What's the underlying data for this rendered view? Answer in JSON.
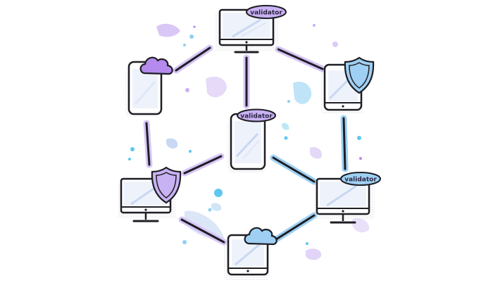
{
  "diagram": {
    "colors": {
      "stroke": "#1e1e24",
      "purple": "#b48bec",
      "lavender": "#d7c6f7",
      "blue": "#8fc6ef",
      "cyan": "#5fc6f0",
      "screen": "#eef3fb"
    },
    "nodes": [
      {
        "id": "top-monitor",
        "kind": "monitor",
        "badge": "validator",
        "badge_color": "#c9b2f3"
      },
      {
        "id": "center-phone",
        "kind": "phone",
        "badge": "validator",
        "badge_color": "#c9b2f3"
      },
      {
        "id": "right-monitor",
        "kind": "monitor",
        "badge": "validator",
        "badge_color": "#9fd0f3"
      },
      {
        "id": "left-phone-cloud",
        "kind": "phone",
        "icon": "cloud-icon"
      },
      {
        "id": "right-phone-shield",
        "kind": "phone",
        "icon": "shield-icon"
      },
      {
        "id": "left-monitor-shield",
        "kind": "monitor",
        "icon": "shield-icon"
      },
      {
        "id": "bottom-tablet-cloud",
        "kind": "tablet",
        "icon": "cloud-icon"
      }
    ]
  }
}
